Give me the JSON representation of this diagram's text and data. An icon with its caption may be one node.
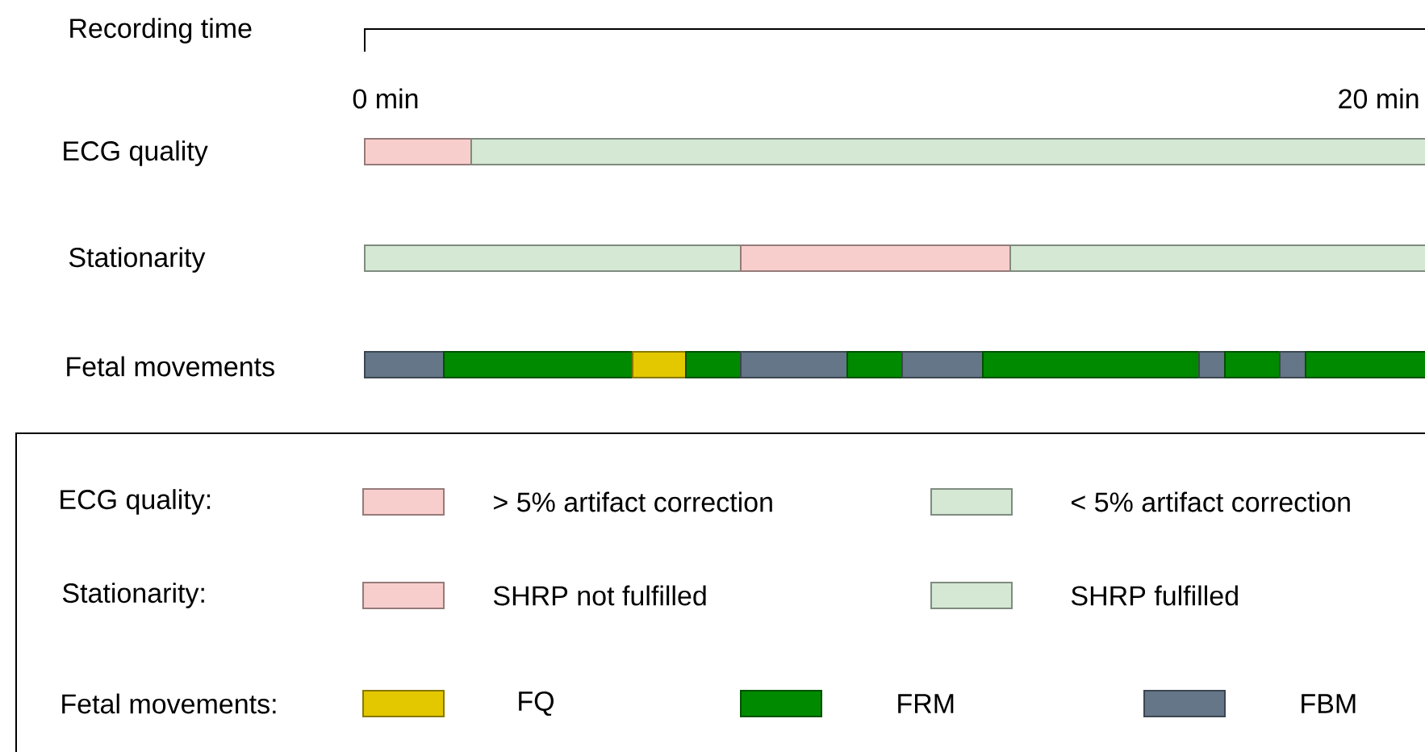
{
  "diagram": {
    "labels": [
      "Recording time",
      "0 min",
      "20 min",
      "ECG quality",
      "Stationarity",
      "Fetal movements",
      "ECG quality:",
      "Stationarity:",
      "Fetal movements:"
    ],
    "legend": [
      {
        "text": "> 5% artifact correction",
        "color": "#f8cecc"
      },
      {
        "text": "< 5% artifact correction",
        "color": "#d5e8d4"
      },
      {
        "text": "SHRP not fulfilled",
        "color": "#f8cecc"
      },
      {
        "text": "SHRP fulfilled",
        "color": "#d5e8d4"
      },
      {
        "text": "FQ",
        "color": "#e3c800"
      },
      {
        "text": "FRM",
        "color": "#008a00"
      },
      {
        "text": "FBM",
        "color": "#647687"
      }
    ]
  }
}
